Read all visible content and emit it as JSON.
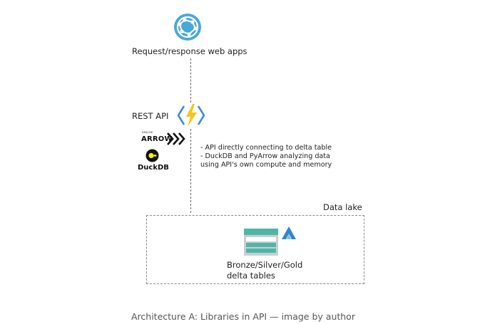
{
  "nodes": {
    "web_apps": {
      "label": "Request/response web apps",
      "icon": "globe-network-icon"
    },
    "rest_api": {
      "label": "REST API",
      "icon": "azure-function-icon"
    },
    "arrow": {
      "small_text": "APACHE",
      "big_text": "ARROW",
      "icon": "apache-arrow-logo"
    },
    "duckdb": {
      "label": "DuckDB",
      "icon": "duckdb-logo"
    },
    "data_lake": {
      "label": "Data lake"
    },
    "tables": {
      "line1": "Bronze/Silver/Gold",
      "line2": "delta tables",
      "icon": "storage-table-icon",
      "badge_icon": "azure-data-lake-icon"
    }
  },
  "notes": [
    "- API directly connecting to delta table",
    "- DuckDB and PyArrow analyzing data",
    "using API's own compute and memory"
  ],
  "caption": "Architecture A: Libraries in API — image by author",
  "colors": {
    "globe": "#4aa8d8",
    "bolt": "#f6c51b",
    "brackets": "#3a8ad6",
    "teal": "#4fb6a6",
    "storage_gray": "#c9ced4",
    "lake_blue": "#2f88c8"
  }
}
